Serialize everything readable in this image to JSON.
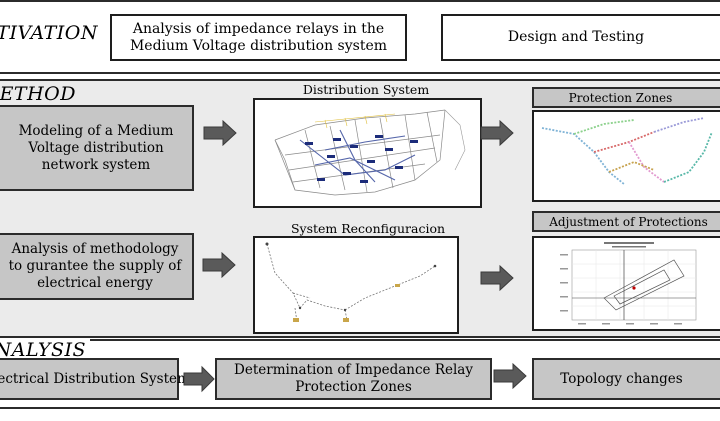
{
  "motivation": {
    "label": "MOTIVATION",
    "analysis_text": "Analysis of impedance relays in the Medium Voltage distribution system",
    "design_text": "Design and Testing"
  },
  "method": {
    "label": "METHOD",
    "box1": "Modeling of a Medium Voltage distribution network system",
    "box2": "Analysis of methodology to gurantee the supply of electrical energy",
    "caption_distribution": "Distribution System",
    "caption_reconfig": "System Reconfiguracion",
    "protection_zones": "Protection Zones",
    "adjustment": "Adjustment of Protections"
  },
  "analysis": {
    "label": "ANALYSIS",
    "box1": "Electrical Distribution System",
    "box2": "Determination of Impedance Relay Protection Zones",
    "box3": "Topology changes"
  },
  "colors": {
    "band": "#ebebeb",
    "gray_box": "#c6c6c6",
    "arrow": "#5a5a5a",
    "border": "#2b2b2b"
  }
}
